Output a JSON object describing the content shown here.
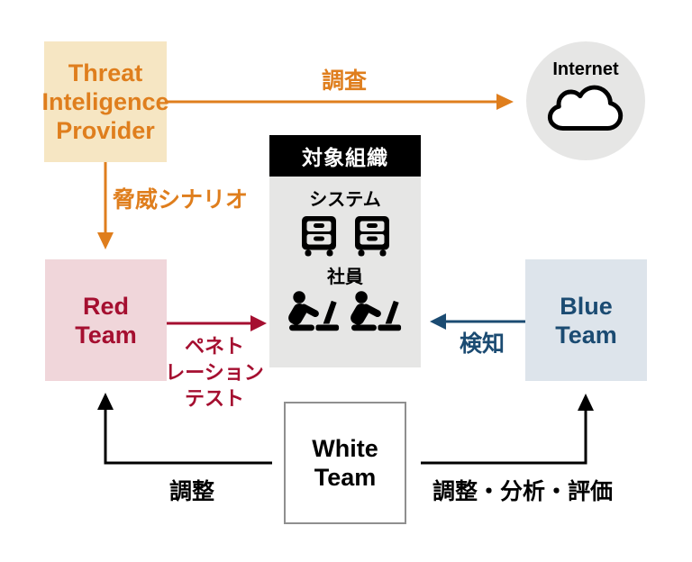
{
  "colors": {
    "orange": "#DF7E1D",
    "tip_bg": "#F6E6C3",
    "red": "#A50F30",
    "red_bg": "#F0D6DA",
    "blue": "#1B4B72",
    "blue_bg": "#DDE4EB",
    "gray_bg": "#E6E6E5",
    "ink": "#000000",
    "white_border": "#8F8F8F"
  },
  "nodes": {
    "threat_intel": {
      "label": "Threat\nInteligence\nProvider"
    },
    "internet": {
      "label": "Internet",
      "icon": "cloud-icon"
    },
    "target_org": {
      "title": "対象組織",
      "system_label": "システム",
      "system_icon": "file-cabinet-icon",
      "employees_label": "社員",
      "employees_icon": "person-laptop-icon"
    },
    "red_team": {
      "label": "Red\nTeam"
    },
    "blue_team": {
      "label": "Blue\nTeam"
    },
    "white_team": {
      "label": "White\nTeam"
    }
  },
  "edges": {
    "survey": {
      "label": "調査",
      "from": "threat_intel",
      "to": "internet"
    },
    "threat_scenario": {
      "label": "脅威シナリオ",
      "from": "threat_intel",
      "to": "red_team"
    },
    "pentest": {
      "label": "ペネト\nレーション\nテスト",
      "from": "red_team",
      "to": "target_org"
    },
    "detection": {
      "label": "検知",
      "from": "blue_team",
      "to": "target_org"
    },
    "coordination_red": {
      "label": "調整",
      "from": "white_team",
      "to": "red_team"
    },
    "coordination_blue": {
      "label": "調整・分析・評価",
      "from": "white_team",
      "to": "blue_team"
    }
  }
}
